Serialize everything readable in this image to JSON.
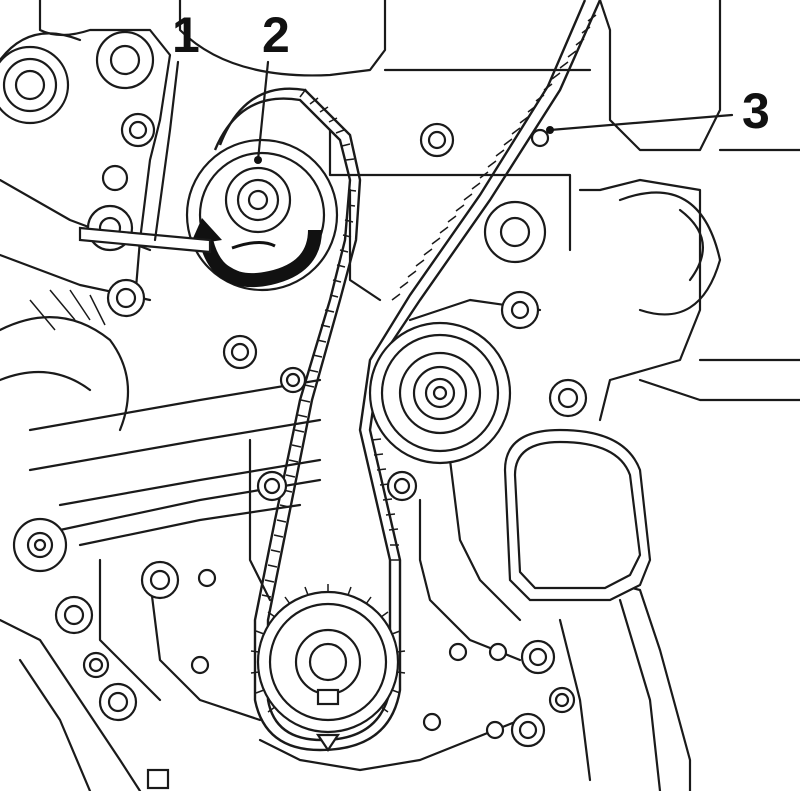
{
  "callouts": [
    {
      "id": "1",
      "label": "1"
    },
    {
      "id": "2",
      "label": "2"
    },
    {
      "id": "3",
      "label": "3"
    }
  ],
  "colors": {
    "line": "#1a1a1a",
    "background": "#ffffff"
  },
  "icons": [
    "rotation-arrow-icon"
  ]
}
